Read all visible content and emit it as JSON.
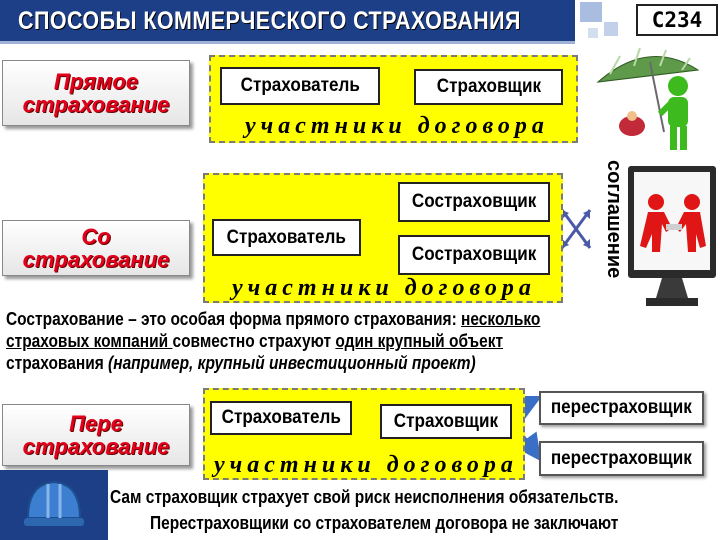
{
  "header": {
    "title": "СПОСОБЫ  КОММЕРЧЕСКОГО  СТРАХОВАНИЯ",
    "code": "C234"
  },
  "colors": {
    "title_bar": "#1d3f87",
    "yellow": "#ffff00",
    "method_text": "#e3001b",
    "arrow_blue": "#3a6fc7",
    "cross": "#4a5aa8"
  },
  "direct": {
    "label": "Прямое\nстрахование",
    "insured": "Страхователь",
    "insurer": "Страховщик",
    "caption": "участники договора"
  },
  "coinsurance": {
    "label": "Со\nстрахование",
    "insured": "Страхователь",
    "coinsurer_1": "Сострахoвщик",
    "coinsurer_2": "Сострахoвщик",
    "caption": "участники договора",
    "agreement": "соглашение"
  },
  "explanation": {
    "p1": "Сострахование – это особая форма прямого страхования: ",
    "p2": "несколько",
    "p3": "страховых компаний ",
    "p4": "совместно страхуют ",
    "p5": "один крупный объект",
    "p6": "страхования ",
    "p7": "(например, крупный инвестиционный проект)"
  },
  "reinsurance": {
    "label": "Пере\nстрахование",
    "insured": "Страхователь",
    "insurer": "Страховщик",
    "reinsurer_1": "перестраховщик",
    "reinsurer_2": "перестраховщик",
    "caption": "участники договора"
  },
  "footer": {
    "line1": "Сам страховщик страхует свой риск неисполнения обязательств.",
    "line2": "Перестраховщики со страхователем договора не заключают"
  },
  "icons": [
    "money-umbrella-figure-icon",
    "handshake-monitor-icon",
    "hard-hat-icon"
  ]
}
